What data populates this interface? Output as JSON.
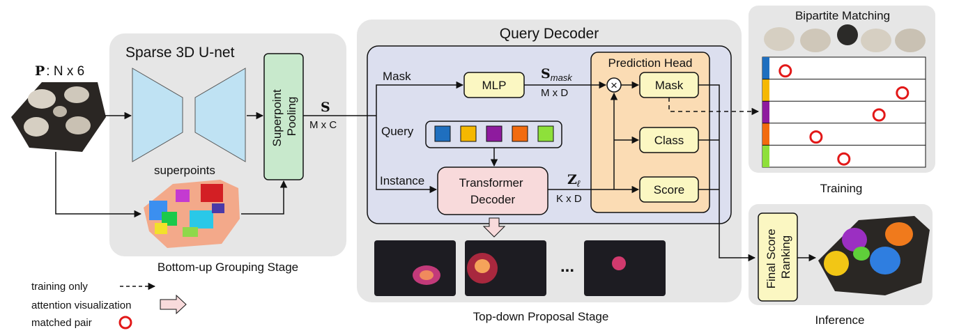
{
  "input": {
    "symbol": "P",
    "shape": ": N x 6"
  },
  "stage1": {
    "title": "Sparse 3D U-net",
    "superpoints_label": "superpoints",
    "pooling_label_1": "Superpoint",
    "pooling_label_2": "Pooling",
    "feature_symbol": "S",
    "feature_shape": "M x C",
    "caption": "Bottom-up Grouping Stage"
  },
  "decoder": {
    "title": "Query Decoder",
    "mask_branch": "Mask",
    "mlp": "MLP",
    "smask_symbol": "S",
    "smask_sub": "mask",
    "smask_shape": "M x D",
    "query_label": "Query",
    "instance_label": "Instance",
    "transformer_1": "Transformer",
    "transformer_2": "Decoder",
    "z_symbol": "Z",
    "z_sub": "ℓ",
    "z_shape": "K x D",
    "caption": "Top-down Proposal Stage",
    "ellipsis": "...",
    "query_colors": [
      "#1f6fbf",
      "#f5b800",
      "#8e1b9e",
      "#f26b0f",
      "#8ee03a"
    ]
  },
  "head": {
    "title": "Prediction Head",
    "mask": "Mask",
    "class": "Class",
    "score": "Score",
    "multiply": "⊗"
  },
  "training": {
    "title": "Bipartite Matching",
    "caption": "Training",
    "row_colors": [
      "#1f6fbf",
      "#f5b800",
      "#8e1b9e",
      "#f26b0f",
      "#8ee03a"
    ],
    "match_positions": [
      0.08,
      0.88,
      0.72,
      0.29,
      0.48
    ]
  },
  "inference": {
    "ranking_1": "Final Score",
    "ranking_2": "Ranking",
    "caption": "Inference"
  },
  "legend": {
    "training_only": "training only",
    "attention": "attention visualization",
    "matched": "matched pair"
  }
}
